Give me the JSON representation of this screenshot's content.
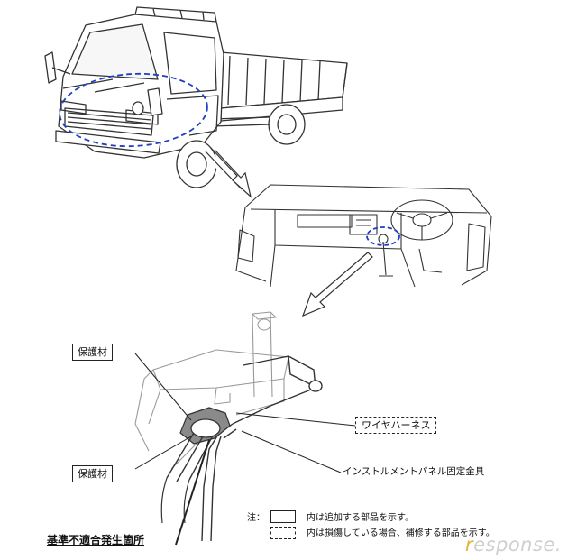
{
  "labels": {
    "protective_material_top": "保護材",
    "protective_material_bottom": "保護材",
    "wire_harness": "ワイヤハーネス",
    "instrument_panel_bracket": "インストルメントパネル固定金具",
    "nonconformity_location": "基準不適合発生箇所"
  },
  "notes": {
    "heading": "注：",
    "solid_box": "内は追加する部品を示す。",
    "dashed_box": "内は損傷している場合、補修する部品を示す。"
  },
  "watermark": {
    "prefix": "r",
    "text": "esponse."
  },
  "colors": {
    "highlight": "#1f3fbf",
    "line": "#333333",
    "light_line": "#9a9a9a",
    "protective": "#8a8a8a"
  }
}
